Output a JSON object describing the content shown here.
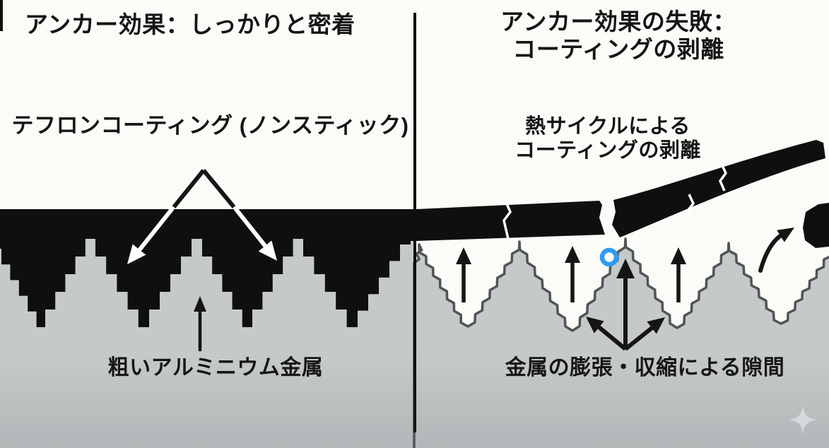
{
  "left_panel": {
    "title": "アンカー効果：しっかりと密着",
    "coating_label": "テフロンコーティング (ノンスティック)",
    "metal_label": "粗いアルミニウム金属"
  },
  "right_panel": {
    "title_line1": "アンカー効果の失敗：",
    "title_line2": "コーティングの剥離",
    "peel_label_line1": "熱サイクルによる",
    "peel_label_line2": "コーティングの剥離",
    "gap_label": "金属の膨張・収縮による隙間"
  },
  "icons": {
    "sparkle": "four-pointed-star"
  },
  "colors": {
    "coating_black": "#0f0f0f",
    "metal_gray": "#c6c9ca",
    "peak_outline": "#4f5456",
    "highlight_blue": "#2f9bf2",
    "bg_white": "#fbfbf8",
    "sparkle": "#e9ebec",
    "text_black": "#151515"
  }
}
